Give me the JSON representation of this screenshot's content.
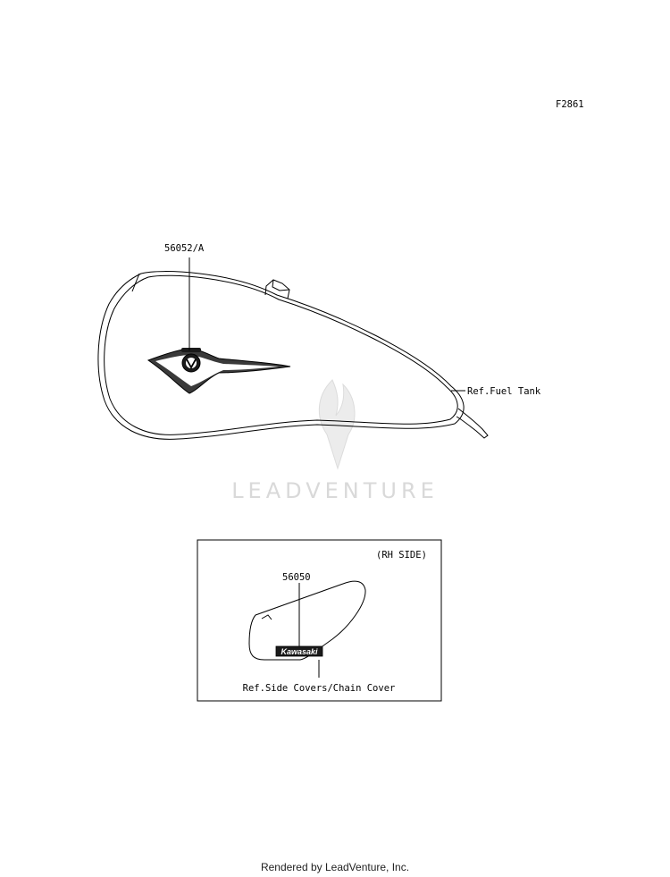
{
  "figure_code": "F2861",
  "parts": [
    {
      "number": "56052/A"
    },
    {
      "number": "56050"
    }
  ],
  "references": {
    "fuel_tank": "Ref.Fuel Tank",
    "side_covers": "Ref.Side Covers/Chain Cover"
  },
  "inset_label": "(RH SIDE)",
  "decal_text": "Kawasaki",
  "watermark": "LEADVENTURE",
  "footer": "Rendered by LeadVenture, Inc."
}
